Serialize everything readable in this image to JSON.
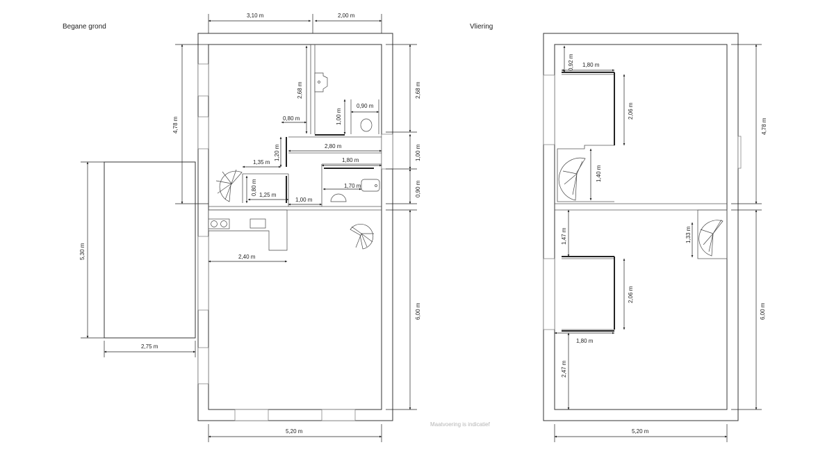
{
  "titles": {
    "ground_floor": "Begane grond",
    "attic": "Vliering"
  },
  "note": "Maatvoering is indicatief",
  "ground_dims": {
    "top_left": "3,10 m",
    "top_right": "2,00 m",
    "inner_v_268": "2,68 m",
    "right_268": "2,68 m",
    "left_478": "4,78 m",
    "w080": "0,80 m",
    "h100": "1,00 m",
    "w090": "0,90 m",
    "h120": "1,20 m",
    "w280": "2,80 m",
    "right_100": "1,00 m",
    "w135": "1,35 m",
    "w180": "1,80 m",
    "h080b": "0,80 m",
    "w170": "1,70 m",
    "right_090": "0,90 m",
    "w125": "1,25 m",
    "w100b": "1,00 m",
    "w240": "2,40 m",
    "right_600": "6,00 m",
    "ext_530": "5,30 m",
    "ext_275": "2,75 m",
    "bottom_520": "5,20 m"
  },
  "attic_dims": {
    "h092": "0,92 m",
    "w180a": "1,80 m",
    "h206a": "2,06 m",
    "h140": "1,40 m",
    "right_478": "4,78 m",
    "h147": "1,47 m",
    "h133": "1,33 m",
    "h206b": "2,06 m",
    "w180b": "1,80 m",
    "h247": "2,47 m",
    "right_600": "6,00 m",
    "bottom_520": "5,20 m"
  }
}
